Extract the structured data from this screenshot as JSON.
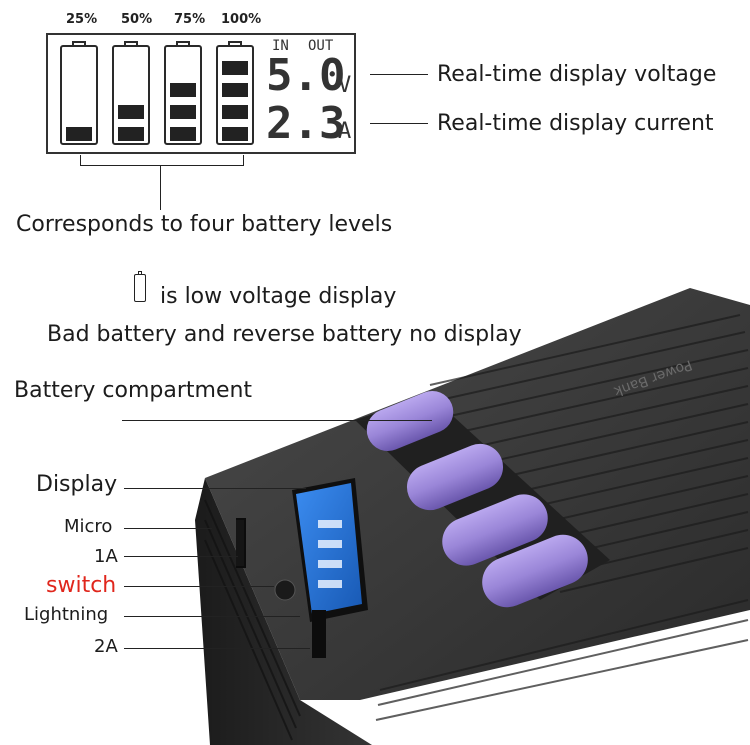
{
  "levels": [
    "25%",
    "50%",
    "75%",
    "100%"
  ],
  "lcd": {
    "in": "IN",
    "out": "OUT",
    "voltage": "5.0",
    "voltage_unit": "V",
    "current": "2.3",
    "current_unit": "A"
  },
  "annotations": {
    "voltage": "Real-time display voltage",
    "current": "Real-time display current",
    "levels": "Corresponds to four battery levels",
    "low_voltage": "is low voltage display",
    "bad_battery": "Bad battery and reverse battery no display"
  },
  "device": {
    "brand_text": "Power Bank",
    "labels": {
      "compartment": "Battery compartment",
      "display": "Display",
      "micro": "Micro",
      "one_a": "1A",
      "switch": "switch",
      "lightning": "Lightning",
      "two_a": "2A"
    }
  },
  "colors": {
    "switch_label": "#e0261c",
    "screen": "#1e73d8",
    "cell": "#9a86d8"
  }
}
